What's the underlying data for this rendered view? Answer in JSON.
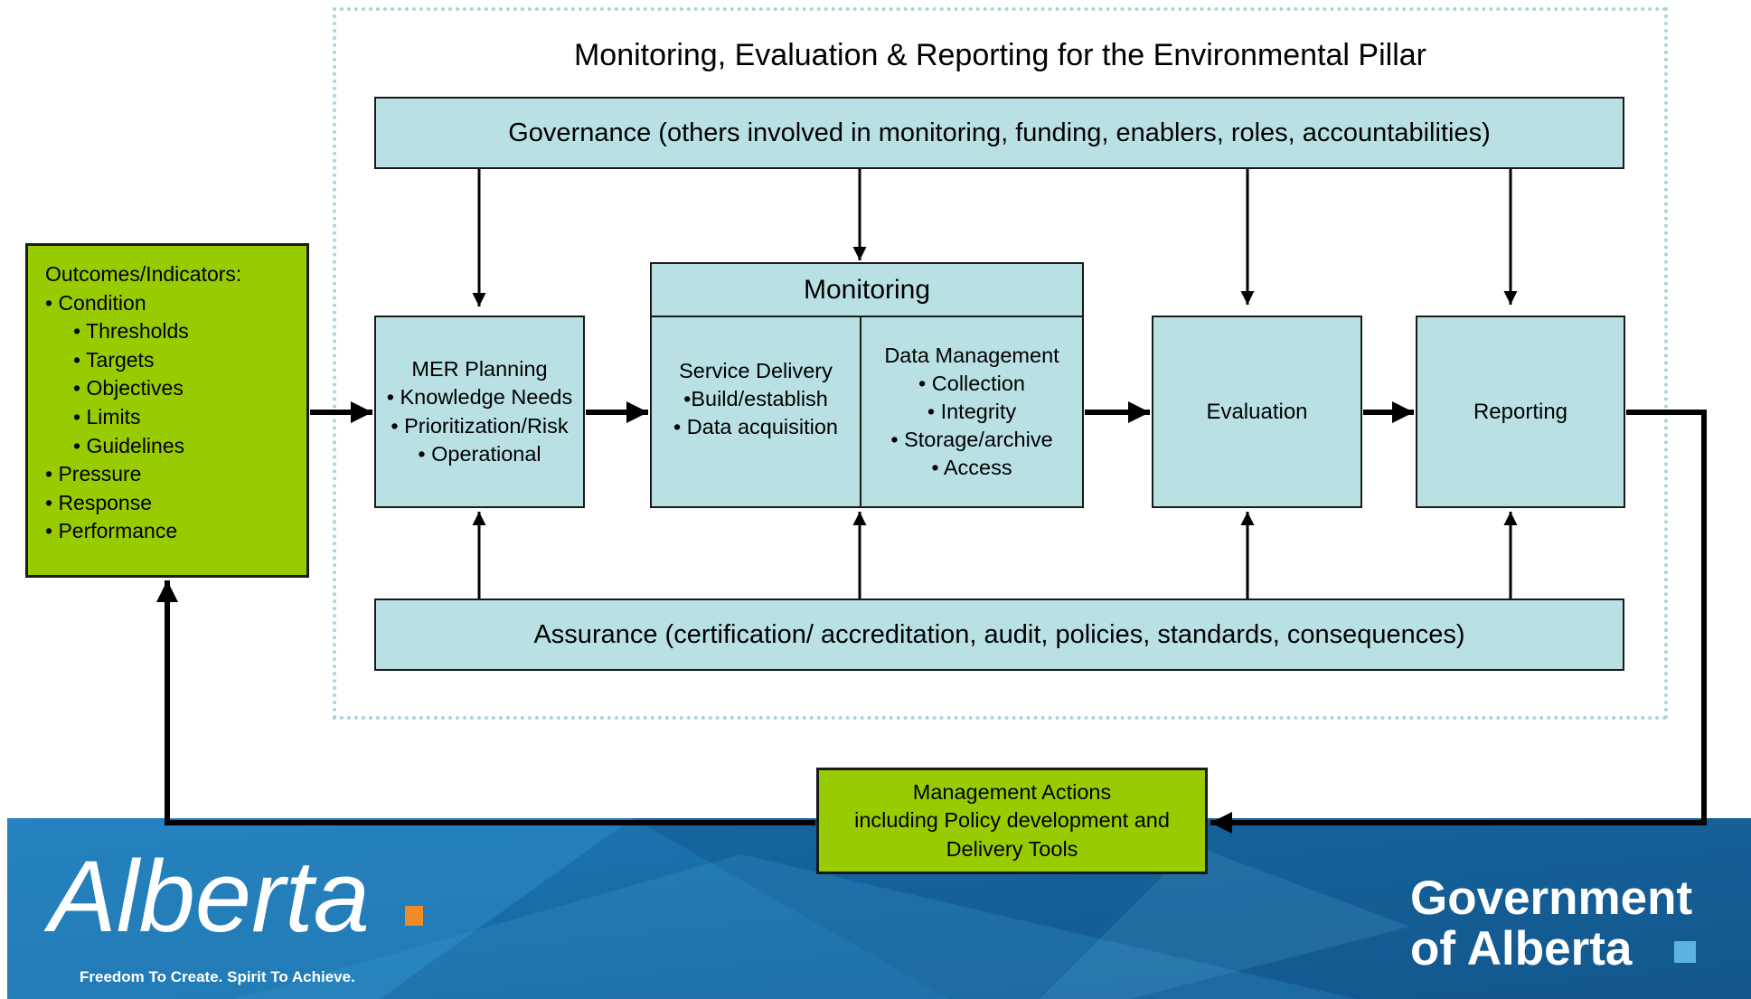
{
  "title": "Monitoring, Evaluation & Reporting for the Environmental Pillar",
  "governance": "Governance (others involved in monitoring, funding, enablers, roles, accountabilities)",
  "assurance": "Assurance (certification/ accreditation, audit, policies, standards, consequences)",
  "outcomes": {
    "heading": "Outcomes/Indicators:",
    "items": [
      "• Condition",
      "• Thresholds",
      "• Targets",
      "• Objectives",
      "• Limits",
      "• Guidelines",
      "• Pressure",
      "• Response",
      "• Performance"
    ]
  },
  "mer_planning": {
    "lines": [
      "MER Planning",
      "• Knowledge Needs",
      "• Prioritization/Risk",
      "• Operational"
    ]
  },
  "monitoring": {
    "title": "Monitoring",
    "service_delivery": [
      "Service Delivery",
      "•Build/establish",
      "• Data acquisition"
    ],
    "data_management": [
      "Data Management",
      "• Collection",
      "• Integrity",
      "• Storage/archive",
      "• Access"
    ]
  },
  "evaluation": "Evaluation",
  "reporting": "Reporting",
  "management_actions": [
    "Management Actions",
    "including Policy development and",
    "Delivery Tools"
  ],
  "footer": {
    "logo_text": "Alberta",
    "tagline": "Freedom To Create. Spirit To Achieve.",
    "government_line1": "Government",
    "government_line2": "of Alberta"
  },
  "colors": {
    "box": "#b9e1e4",
    "green": "#99cc00",
    "banner": "#1a6ea8",
    "accent_orange": "#f08a24"
  }
}
